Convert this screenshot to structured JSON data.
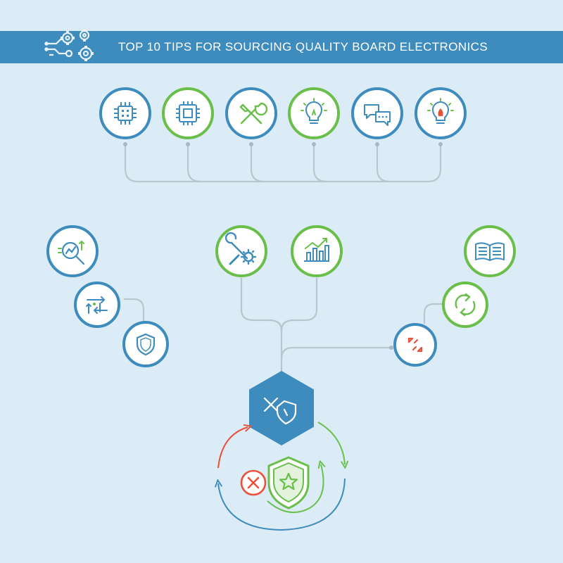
{
  "header": {
    "title": "TOP 10 TIPS FOR SOURCING QUALITY BOARD ELECTRONICS",
    "logo_icon": "gears-circuit-icon",
    "color": "#3e8bbd"
  },
  "colors": {
    "background": "#dcecf6",
    "blue": "#3e8bbd",
    "green": "#6abf4b",
    "red": "#e8503a",
    "connector": "#b8c6cf"
  },
  "top_row_icons": [
    {
      "name": "circuit-chip-icon",
      "ring": "blue"
    },
    {
      "name": "microchip-icon",
      "ring": "green"
    },
    {
      "name": "wrench-screwdriver-icon",
      "ring": "blue"
    },
    {
      "name": "lightbulb-icon",
      "ring": "green"
    },
    {
      "name": "chat-bubbles-icon",
      "ring": "blue"
    },
    {
      "name": "lightbulb-idea-icon",
      "ring": "blue"
    }
  ],
  "left_branch_icons": [
    {
      "name": "search-analysis-icon",
      "ring": "blue"
    },
    {
      "name": "transfer-arrows-icon",
      "ring": "blue"
    },
    {
      "name": "shield-icon",
      "ring": "blue"
    }
  ],
  "center_branch_icons": [
    {
      "name": "wrench-gear-icon",
      "ring": "green"
    },
    {
      "name": "growth-chart-icon",
      "ring": "green"
    }
  ],
  "right_branch_icons": [
    {
      "name": "open-book-icon",
      "ring": "green"
    },
    {
      "name": "refresh-cycle-icon",
      "ring": "green"
    },
    {
      "name": "expand-arrows-icon",
      "ring": "blue"
    }
  ],
  "hub": {
    "name": "tools-shield-hexagon-icon"
  },
  "cycle": {
    "reject_icon": "reject-x-icon",
    "quality_icon": "quality-shield-star-icon"
  }
}
